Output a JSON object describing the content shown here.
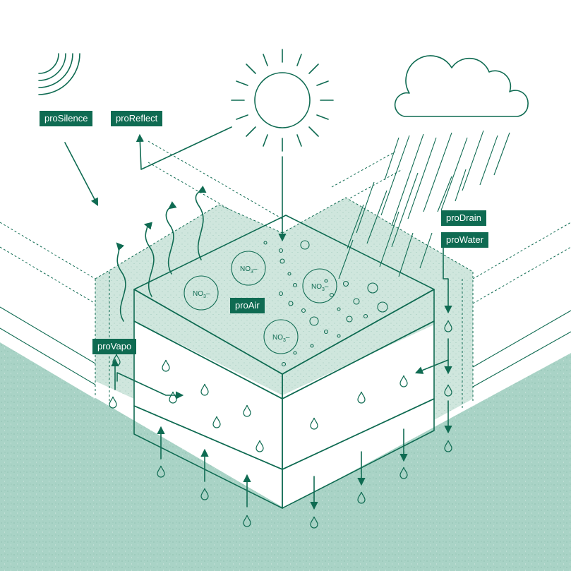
{
  "colors": {
    "ink": "#0f6b52",
    "ground": "#a9d3c6",
    "wall": "#cfe6dd",
    "white": "#ffffff"
  },
  "labels": {
    "silence": "proSilence",
    "reflect": "proReflect",
    "drain": "proDrain",
    "water": "proWater",
    "air": "proAir",
    "vapo": "proVapo"
  },
  "nitrate": {
    "symbol": "NO",
    "subscript": "3",
    "charge": "–"
  },
  "icons": [
    "sound-waves-icon",
    "sun-icon",
    "cloud-icon",
    "rain-icon",
    "water-drop-icon",
    "vapor-wave-icon",
    "arrow-icon"
  ]
}
